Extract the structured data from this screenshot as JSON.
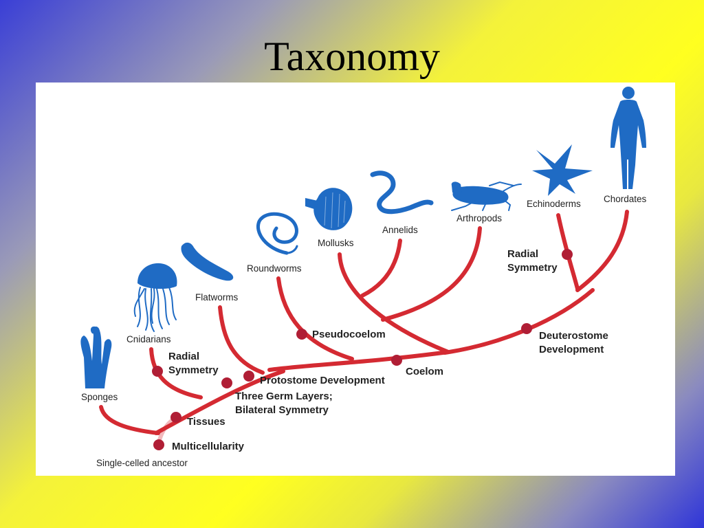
{
  "slide": {
    "title": "Taxonomy"
  },
  "diagram": {
    "root_label": "Single-celled ancestor",
    "groups": [
      {
        "id": "sponges",
        "label": "Sponges",
        "icon": "sponge-icon"
      },
      {
        "id": "cnidarians",
        "label": "Cnidarians",
        "icon": "jellyfish-icon"
      },
      {
        "id": "flatworms",
        "label": "Flatworms",
        "icon": "flatworm-icon"
      },
      {
        "id": "roundworms",
        "label": "Roundworms",
        "icon": "roundworm-icon"
      },
      {
        "id": "mollusks",
        "label": "Mollusks",
        "icon": "shell-icon"
      },
      {
        "id": "annelids",
        "label": "Annelids",
        "icon": "earthworm-icon"
      },
      {
        "id": "arthropods",
        "label": "Arthropods",
        "icon": "grasshopper-icon"
      },
      {
        "id": "echinoderms",
        "label": "Echinoderms",
        "icon": "starfish-icon"
      },
      {
        "id": "chordates",
        "label": "Chordates",
        "icon": "human-icon"
      }
    ],
    "traits": {
      "multicellularity": "Multicellularity",
      "tissues": "Tissues",
      "radial_symmetry_1": [
        "Radial",
        "Symmetry"
      ],
      "three_germ_layers": [
        "Three Germ Layers;",
        "Bilateral Symmetry"
      ],
      "protostome": "Protostome Development",
      "pseudocoelom": "Pseudocoelom",
      "coelom": "Coelom",
      "deuterostome": [
        "Deuterostome",
        "Development"
      ],
      "radial_symmetry_2": [
        "Radial",
        "Symmetry"
      ]
    },
    "colors": {
      "branch": "#d42a32",
      "node": "#b01e35",
      "animal": "#1f6bc4"
    }
  }
}
